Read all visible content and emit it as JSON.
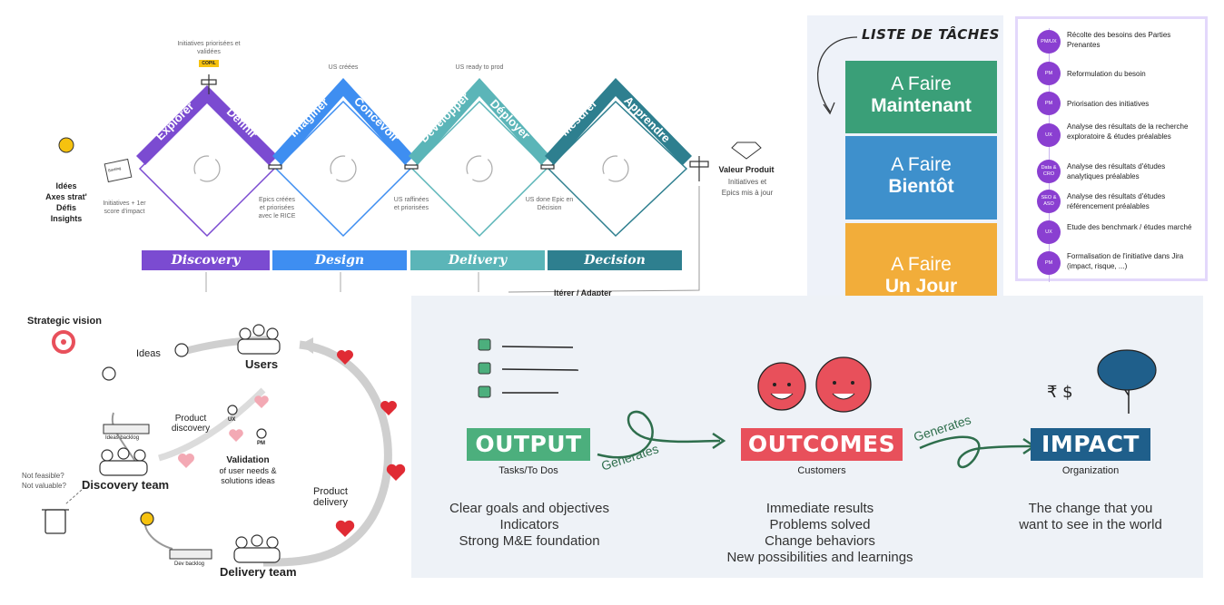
{
  "process": {
    "copil_note": "Initiatives priorisées et validées",
    "copil": "COPIL",
    "us_creees": "US créées",
    "us_ready": "US ready to prod",
    "idees": [
      "Idées",
      "Axes strat'",
      "Défis",
      "Insights"
    ],
    "backlog": "Backlog",
    "initiatives_note": "Initiatives + 1er score d'impact",
    "epics_note": "Epics créées et priorisées avec le RICE",
    "us_raffinees": "US raffinées et priorisées",
    "us_done": "US done Epic en Décision",
    "valeur_title": "Valeur Produit",
    "valeur_sub": "Initiatives et Epics mis à jour",
    "diamond_labels": [
      "Explorer",
      "Définir",
      "Imaginer",
      "Concevoir",
      "Développer",
      "Déployer",
      "Mesurer",
      "Apprendre"
    ],
    "phases": [
      "Discovery",
      "Design",
      "Delivery",
      "Decision"
    ],
    "iterer": "Itérer / Adapter",
    "colors": {
      "discovery": "#7b4bd1",
      "design": "#3e8ef1",
      "delivery": "#5bb5b8",
      "decision": "#2e7f8f"
    }
  },
  "tasks": {
    "title": "Liste de tâches",
    "boxes": [
      {
        "l1": "A Faire",
        "l2": "Maintenant",
        "color": "#3a9f78"
      },
      {
        "l1": "A Faire",
        "l2": "Bientôt",
        "color": "#3e90cc"
      },
      {
        "l1": "A Faire",
        "l2": "Un Jour",
        "color": "#f2ad3a"
      }
    ]
  },
  "steps": [
    {
      "tag": "PM/UX",
      "text": "Récolte des besoins des Parties Prenantes"
    },
    {
      "tag": "PM",
      "text": "Reformulation du besoin"
    },
    {
      "tag": "PM",
      "text": "Priorisation des initiatives"
    },
    {
      "tag": "UX",
      "text": "Analyse des résultats de la recherche exploratoire & études préalables"
    },
    {
      "tag": "Data & CRO",
      "text": "Analyse des résultats d'études analytiques préalables"
    },
    {
      "tag": "SEO & ASO",
      "text": "Analyse des résultats d'études référencement préalables"
    },
    {
      "tag": "UX",
      "text": "Etude des benchmark / études marché"
    },
    {
      "tag": "PM",
      "text": "Formalisation de l'initiative dans Jira (impact, risque, ...)"
    }
  ],
  "loop": {
    "strategic_vision": "Strategic vision",
    "ideas": "Ideas",
    "users": "Users",
    "ideas_backlog": "Ideas backlog",
    "product_discovery": "Product discovery",
    "ux": "UX",
    "pm": "PM",
    "validation_title": "Validation",
    "validation_sub": "of user needs & solutions ideas",
    "not_feasible": "Not feasible?",
    "not_valuable": "Not valuable?",
    "discovery_team": "Discovery team",
    "product_delivery": "Product delivery",
    "dev_backlog": "Dev backlog",
    "delivery_team": "Delivery team"
  },
  "ooi": {
    "output": {
      "title": "OUTPUT",
      "sub": "Tasks/To Dos",
      "desc": [
        "Clear goals and objectives",
        "Indicators",
        "Strong M&E foundation"
      ],
      "color": "#4caf7d"
    },
    "outcomes": {
      "title": "OUTCOMES",
      "sub": "Customers",
      "desc": [
        "Immediate results",
        "Problems solved",
        "Change behaviors",
        "New possibilities and learnings"
      ],
      "color": "#e8505b"
    },
    "impact": {
      "title": "IMPACT",
      "sub": "Organization",
      "desc": [
        "The change that you",
        "want to see in the world"
      ],
      "color": "#1f5f8b"
    },
    "generates": "Generates"
  }
}
